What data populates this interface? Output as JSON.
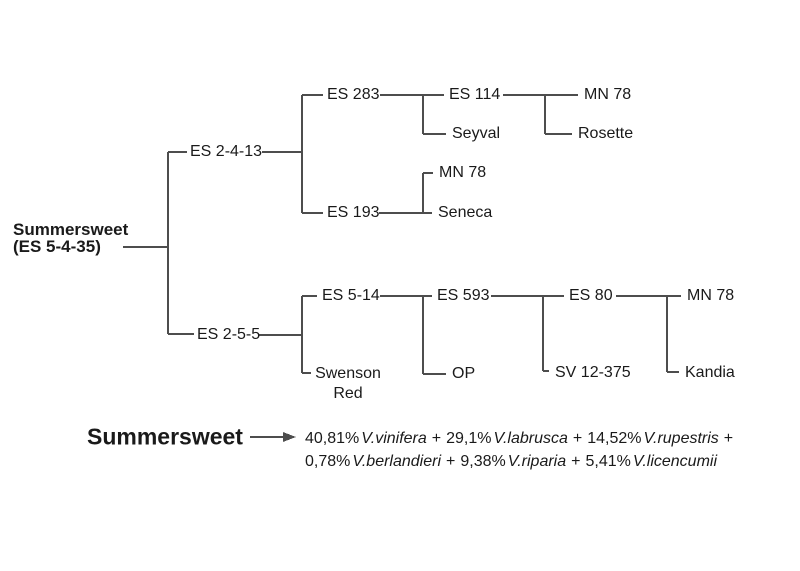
{
  "colors": {
    "line-color": "#4d4d4d",
    "text-color": "#1a1a1a"
  },
  "diagram": {
    "root": {
      "name": "Summersweet",
      "code": "(ES 5-4-35)"
    },
    "nodes": {
      "gen1_top": "ES 2-4-13",
      "gen1_bottom": "ES 2-5-5",
      "es283": "ES 283",
      "es193": "ES 193",
      "es114": "ES 114",
      "seyval": "Seyval",
      "mn78_top": "MN 78",
      "rosette": "Rosette",
      "mn78_mid": "MN 78",
      "seneca": "Seneca",
      "es514": "ES 5-14",
      "swenson_red": "Swenson Red",
      "es593": "ES 593",
      "op": "OP",
      "es80": "ES 80",
      "sv12375": "SV 12-375",
      "mn78_bottom": "MN 78",
      "kandia": "Kandia"
    }
  },
  "composition": {
    "title": "Summersweet",
    "plus": "+",
    "line1": [
      {
        "pct": "40,81%",
        "species": "V.vinifera"
      },
      {
        "pct": "29,1%",
        "species": "V.labrusca"
      },
      {
        "pct": "14,52%",
        "species": "V.rupestris"
      }
    ],
    "line1_trailing_plus": "+",
    "line2": [
      {
        "pct": "0,78%",
        "species": "V.berlandieri"
      },
      {
        "pct": "9,38%",
        "species": "V.riparia"
      },
      {
        "pct": "5,41%",
        "species": "V.licencumii"
      }
    ]
  }
}
